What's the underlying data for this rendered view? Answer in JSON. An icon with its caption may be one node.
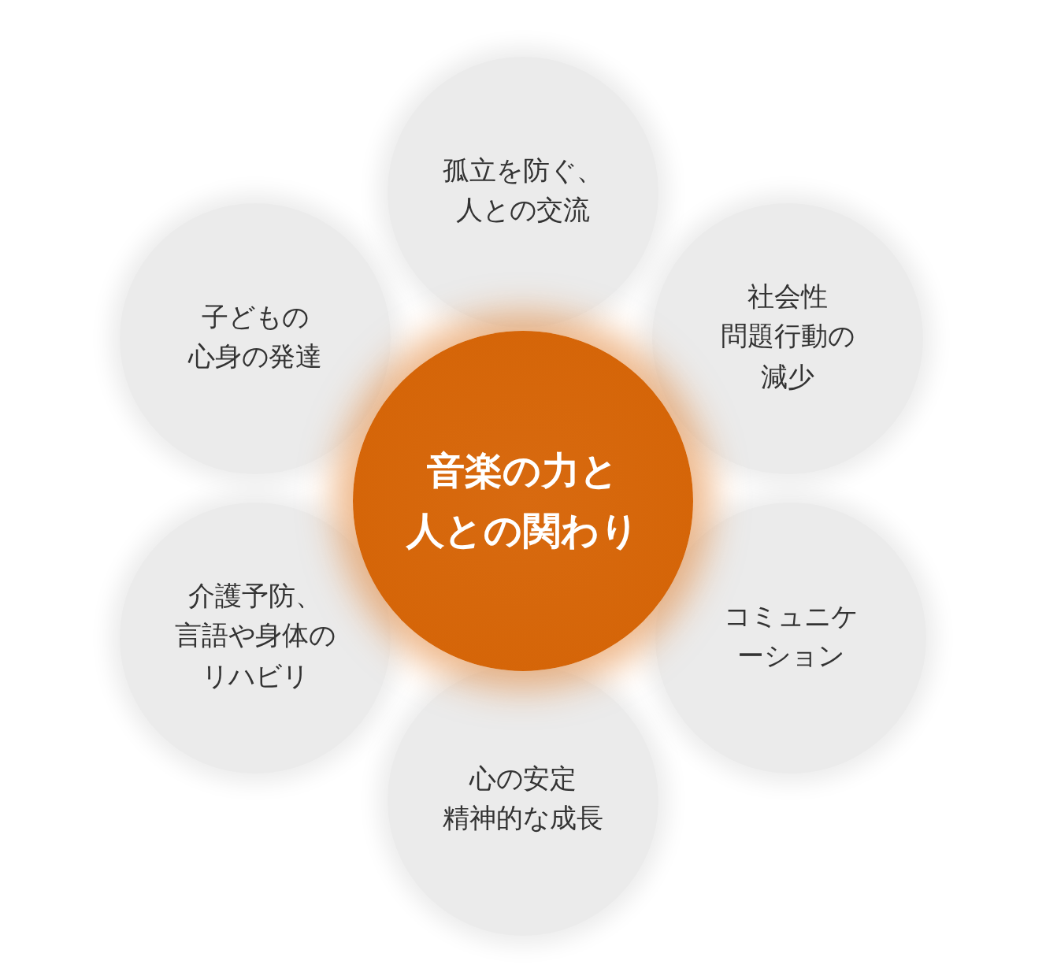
{
  "diagram": {
    "nodes": [
      {
        "text": [
          "音楽の力と人との関わり"
        ]
      },
      {
        "text": [
          "孤立を防ぐ、人との交流"
        ]
      },
      {
        "text": [
          "社会性問題行動の減少"
        ]
      },
      {
        "text": [
          "コミュニケーション"
        ]
      },
      {
        "text": [
          "心の安定精神的な成長"
        ]
      },
      {
        "text": [
          "介護予防、言語や身体のリハビリ"
        ]
      },
      {
        "text": [
          "子どもの心身の発達"
        ]
      }
    ]
  }
}
